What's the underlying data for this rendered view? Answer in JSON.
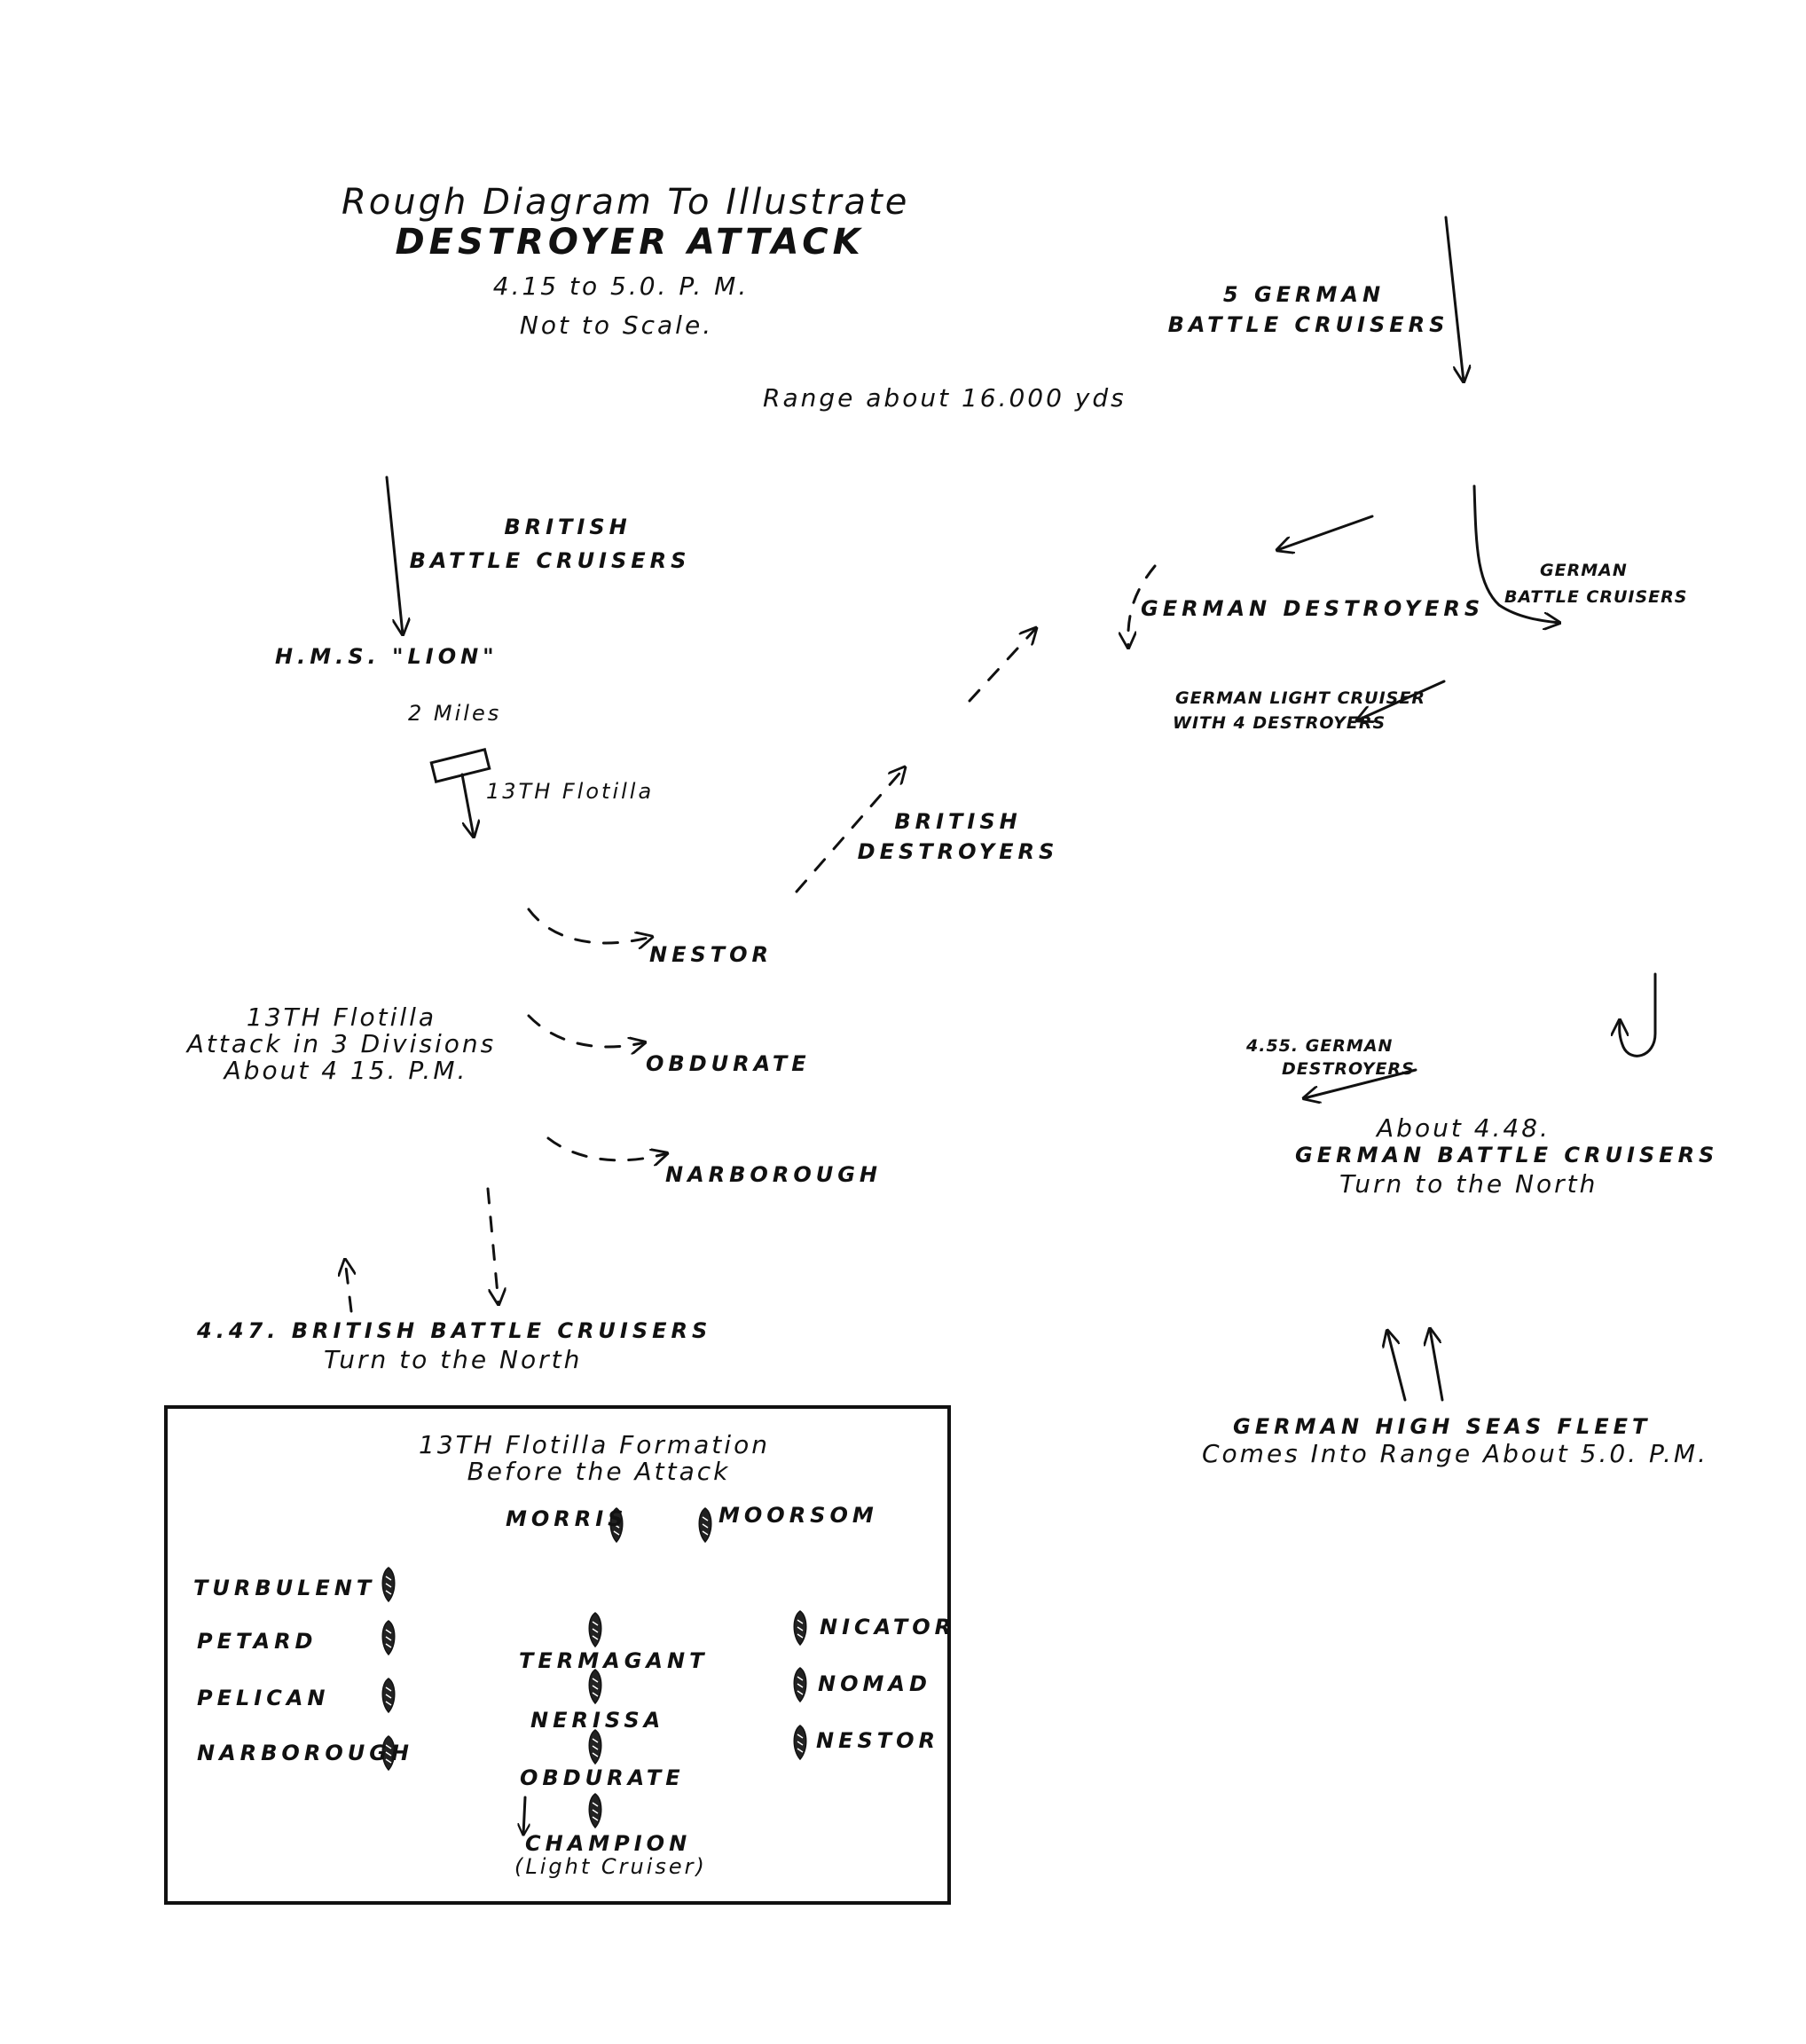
{
  "title": {
    "line1": "Rough Diagram To Illustrate",
    "line2": "DESTROYER ATTACK",
    "line3": "4.15 to 5.0. P. M.",
    "line4": "Not to Scale."
  },
  "range_label": "Range about 16.000 yds",
  "labels": {
    "german_bc_5_line1": "5 GERMAN",
    "german_bc_5_line2": "BATTLE CRUISERS",
    "british_bc_line1": "BRITISH",
    "british_bc_line2": "BATTLE CRUISERS",
    "lion": "H.M.S. \"LION\"",
    "two_miles": "2 Miles",
    "flotilla_13": "13TH Flotilla",
    "german_destroyers": "GERMAN DESTROYERS",
    "german_bc_turn_line1": "GERMAN",
    "german_bc_turn_line2": "BATTLE CRUISERS",
    "glc_line1": "GERMAN LIGHT CRUISER",
    "glc_line2": "WITH 4 DESTROYERS",
    "british_destroyers_line1": "BRITISH",
    "british_destroyers_line2": "DESTROYERS",
    "nestor": "NESTOR",
    "obdurate": "OBDURATE",
    "narborough": "NARBOROUGH",
    "attack_line1": "13TH Flotilla",
    "attack_line2": "Attack in 3 Divisions",
    "attack_line3": "About 4 15. P.M.",
    "gd_455_line1": "4.55. GERMAN",
    "gd_455_line2": "DESTROYERS",
    "about448_line1": "About 4.48.",
    "about448_line2": "GERMAN BATTLE CRUISERS",
    "about448_line3": "Turn to the North",
    "bbc447_line1": "4.47. BRITISH BATTLE CRUISERS",
    "bbc447_line2": "Turn to the North",
    "hsf_line1": "GERMAN HIGH SEAS FLEET",
    "hsf_line2": "Comes Into Range About 5.0. P.M."
  },
  "formation": {
    "title_line1": "13TH Flotilla Formation",
    "title_line2": "Before the Attack",
    "ships": {
      "morris": "MORRIS",
      "moorsom": "MOORSOM",
      "turbulent": "TURBULENT",
      "petard": "PETARD",
      "pelican": "PELICAN",
      "narborough": "NARBOROUGH",
      "termagant": "TERMAGANT",
      "nerissa": "NERISSA",
      "obdurate": "OBDURATE",
      "champion": "CHAMPION",
      "champion_note": "(Light Cruiser)",
      "nicator": "NICATOR",
      "nomad": "NOMAD",
      "nestor": "NESTOR"
    }
  },
  "colors": {
    "ink": "#111111",
    "paper": "#ffffff"
  }
}
